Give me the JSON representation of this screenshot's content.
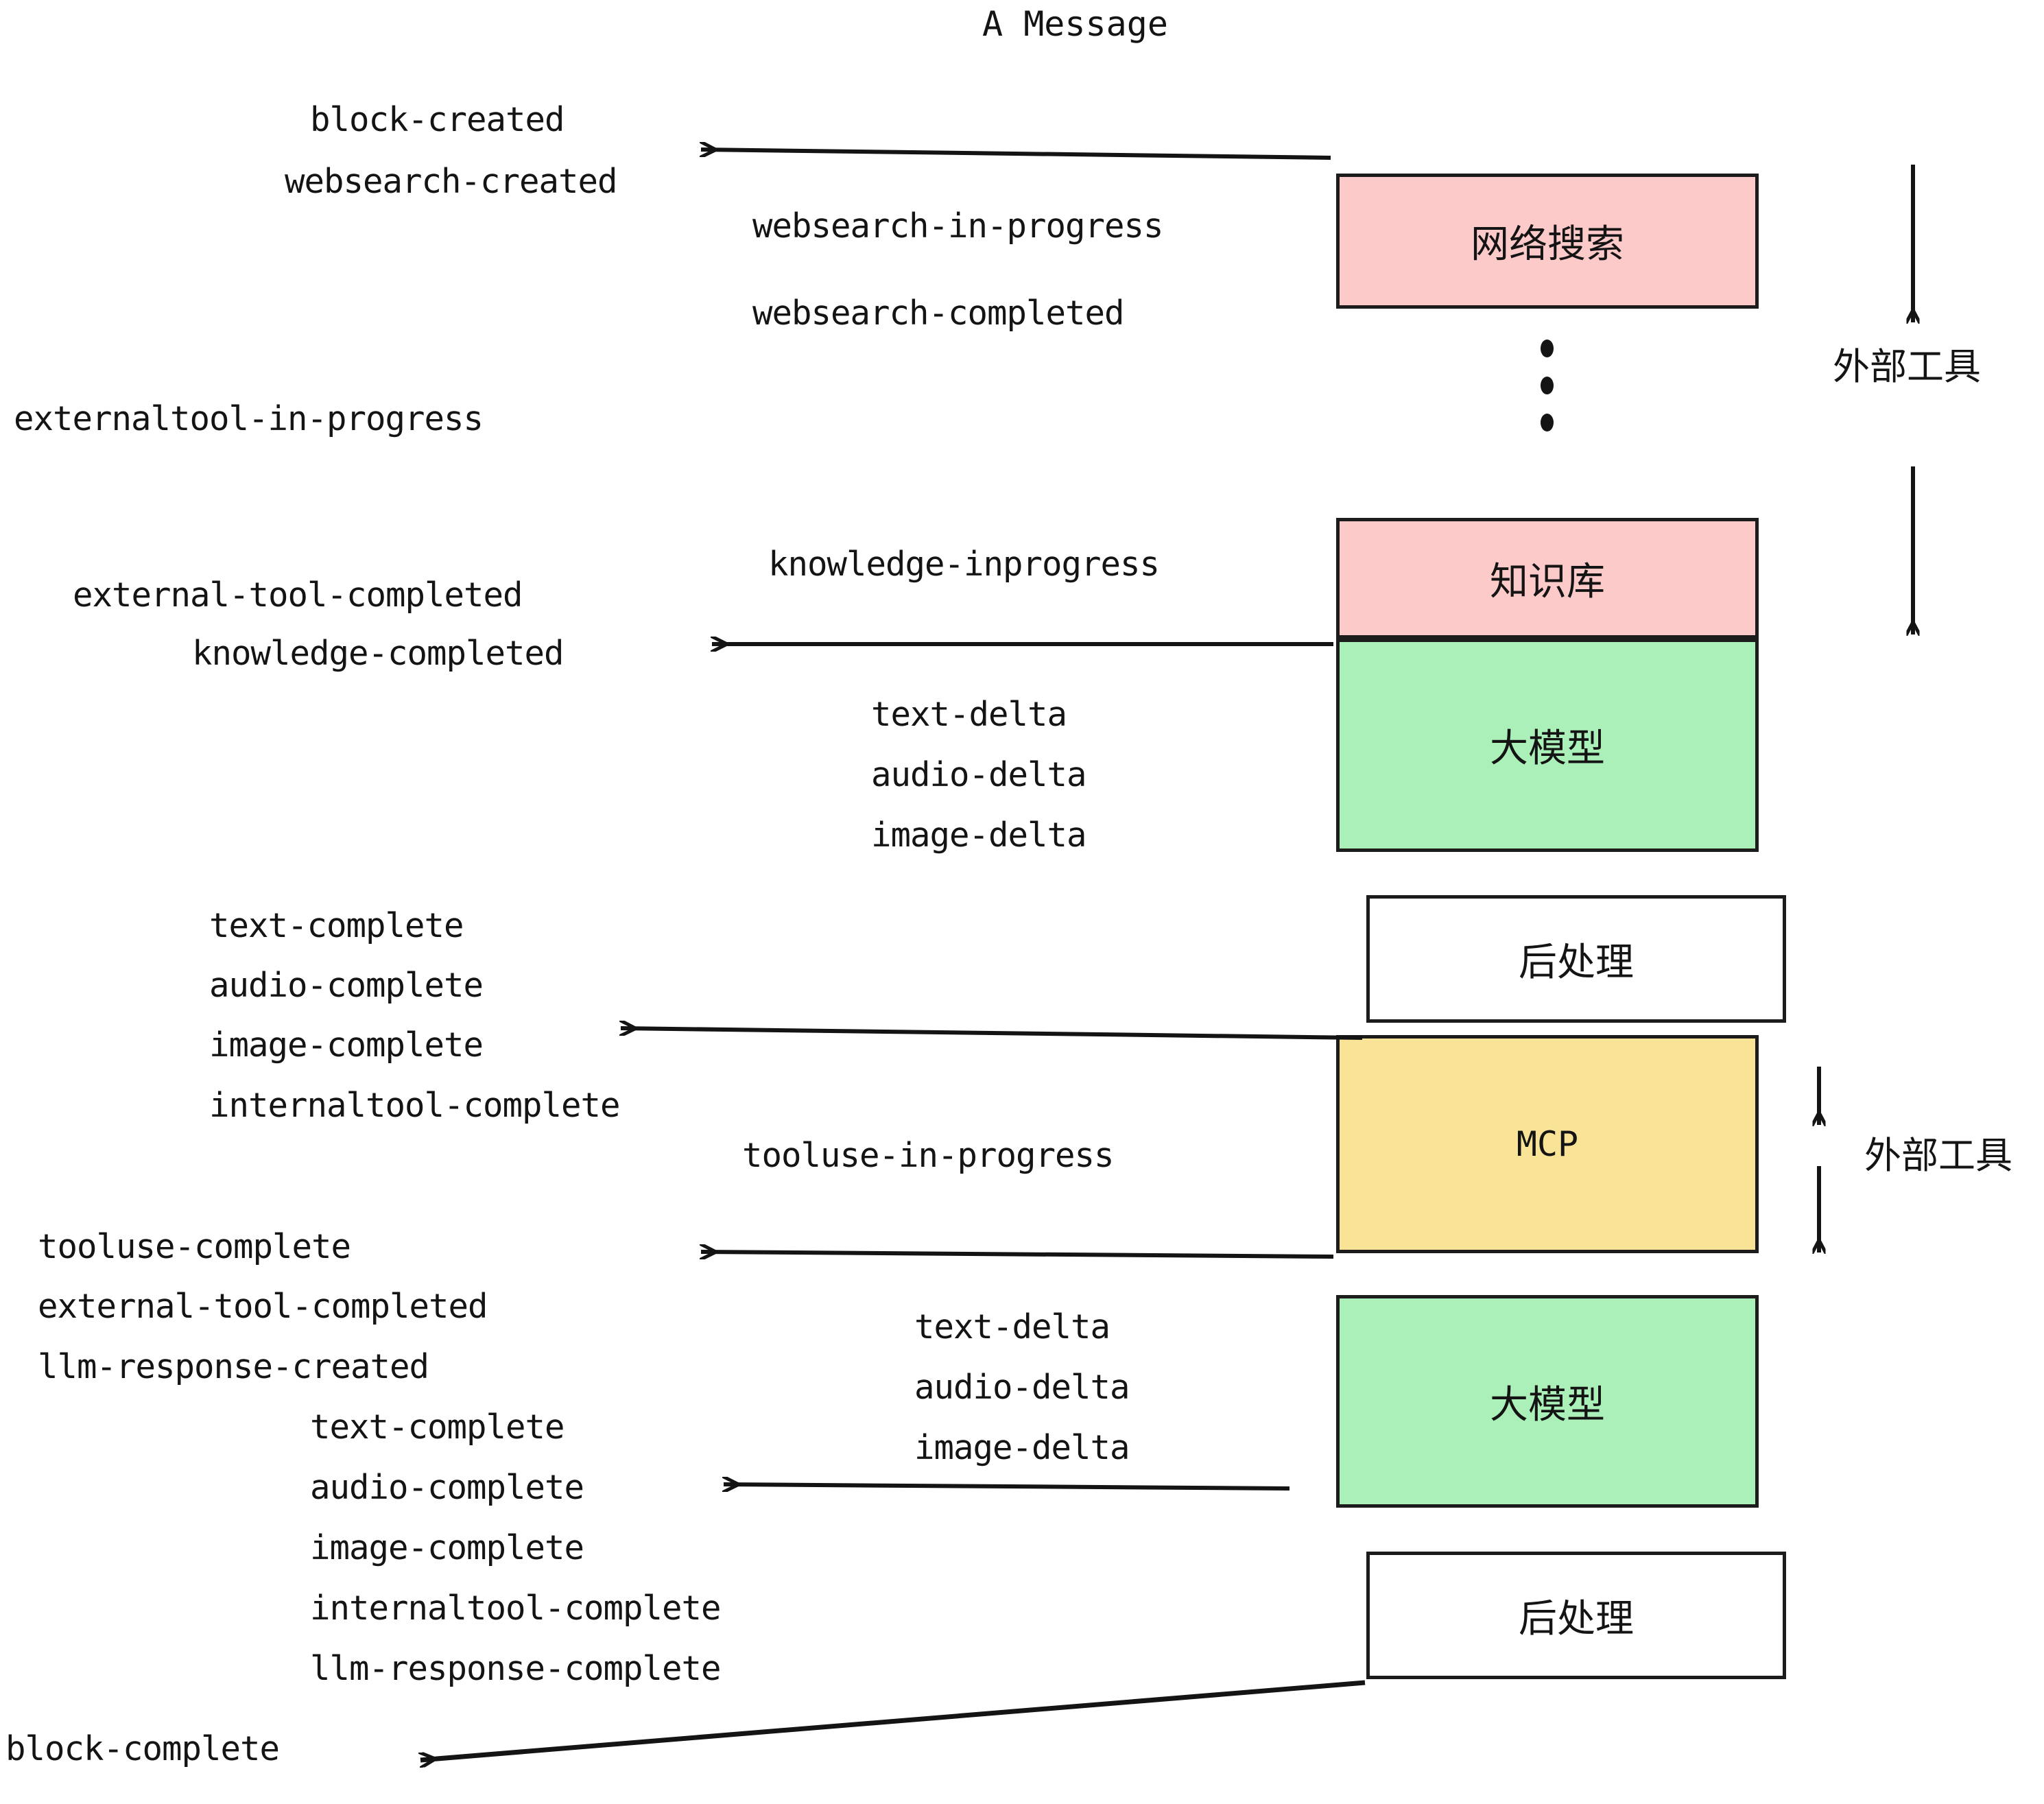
{
  "title": "A Message",
  "events": {
    "block_created": "block-created",
    "websearch_created": "websearch-created",
    "websearch_in_progress": "websearch-in-progress",
    "websearch_completed": "websearch-completed",
    "externaltool_in_progress": "externaltool-in-progress",
    "knowledge_inprogress": "knowledge-inprogress",
    "external_tool_completed_1": "external-tool-completed",
    "knowledge_completed": "knowledge-completed",
    "text_delta_1": "text-delta",
    "audio_delta_1": "audio-delta",
    "image_delta_1": "image-delta",
    "text_complete_1": "text-complete",
    "audio_complete_1": "audio-complete",
    "image_complete_1": "image-complete",
    "internaltool_complete_1": "internaltool-complete",
    "tooluse_in_progress": "tooluse-in-progress",
    "tooluse_complete": "tooluse-complete",
    "external_tool_completed_2": "external-tool-completed",
    "llm_response_created": "llm-response-created",
    "text_delta_2": "text-delta",
    "audio_delta_2": "audio-delta",
    "image_delta_2": "image-delta",
    "text_complete_2": "text-complete",
    "audio_complete_2": "audio-complete",
    "image_complete_2": "image-complete",
    "internaltool_complete_2": "internaltool-complete",
    "llm_response_complete": "llm-response-complete",
    "block_complete": "block-complete"
  },
  "nodes": {
    "websearch": "网络搜索",
    "knowledge": "知识库",
    "llm_1": "大模型",
    "postprocess_1": "后处理",
    "mcp": "MCP",
    "llm_2": "大模型",
    "postprocess_2": "后处理"
  },
  "annotations": {
    "external_tools_top": "外部工具",
    "external_tools_bottom": "外部工具"
  },
  "colors": {
    "pink": "#FBCAC9",
    "green": "#ABEFB9",
    "yellow": "#F9E396",
    "white": "#FFFFFF",
    "stroke": "#1C1C1C"
  }
}
